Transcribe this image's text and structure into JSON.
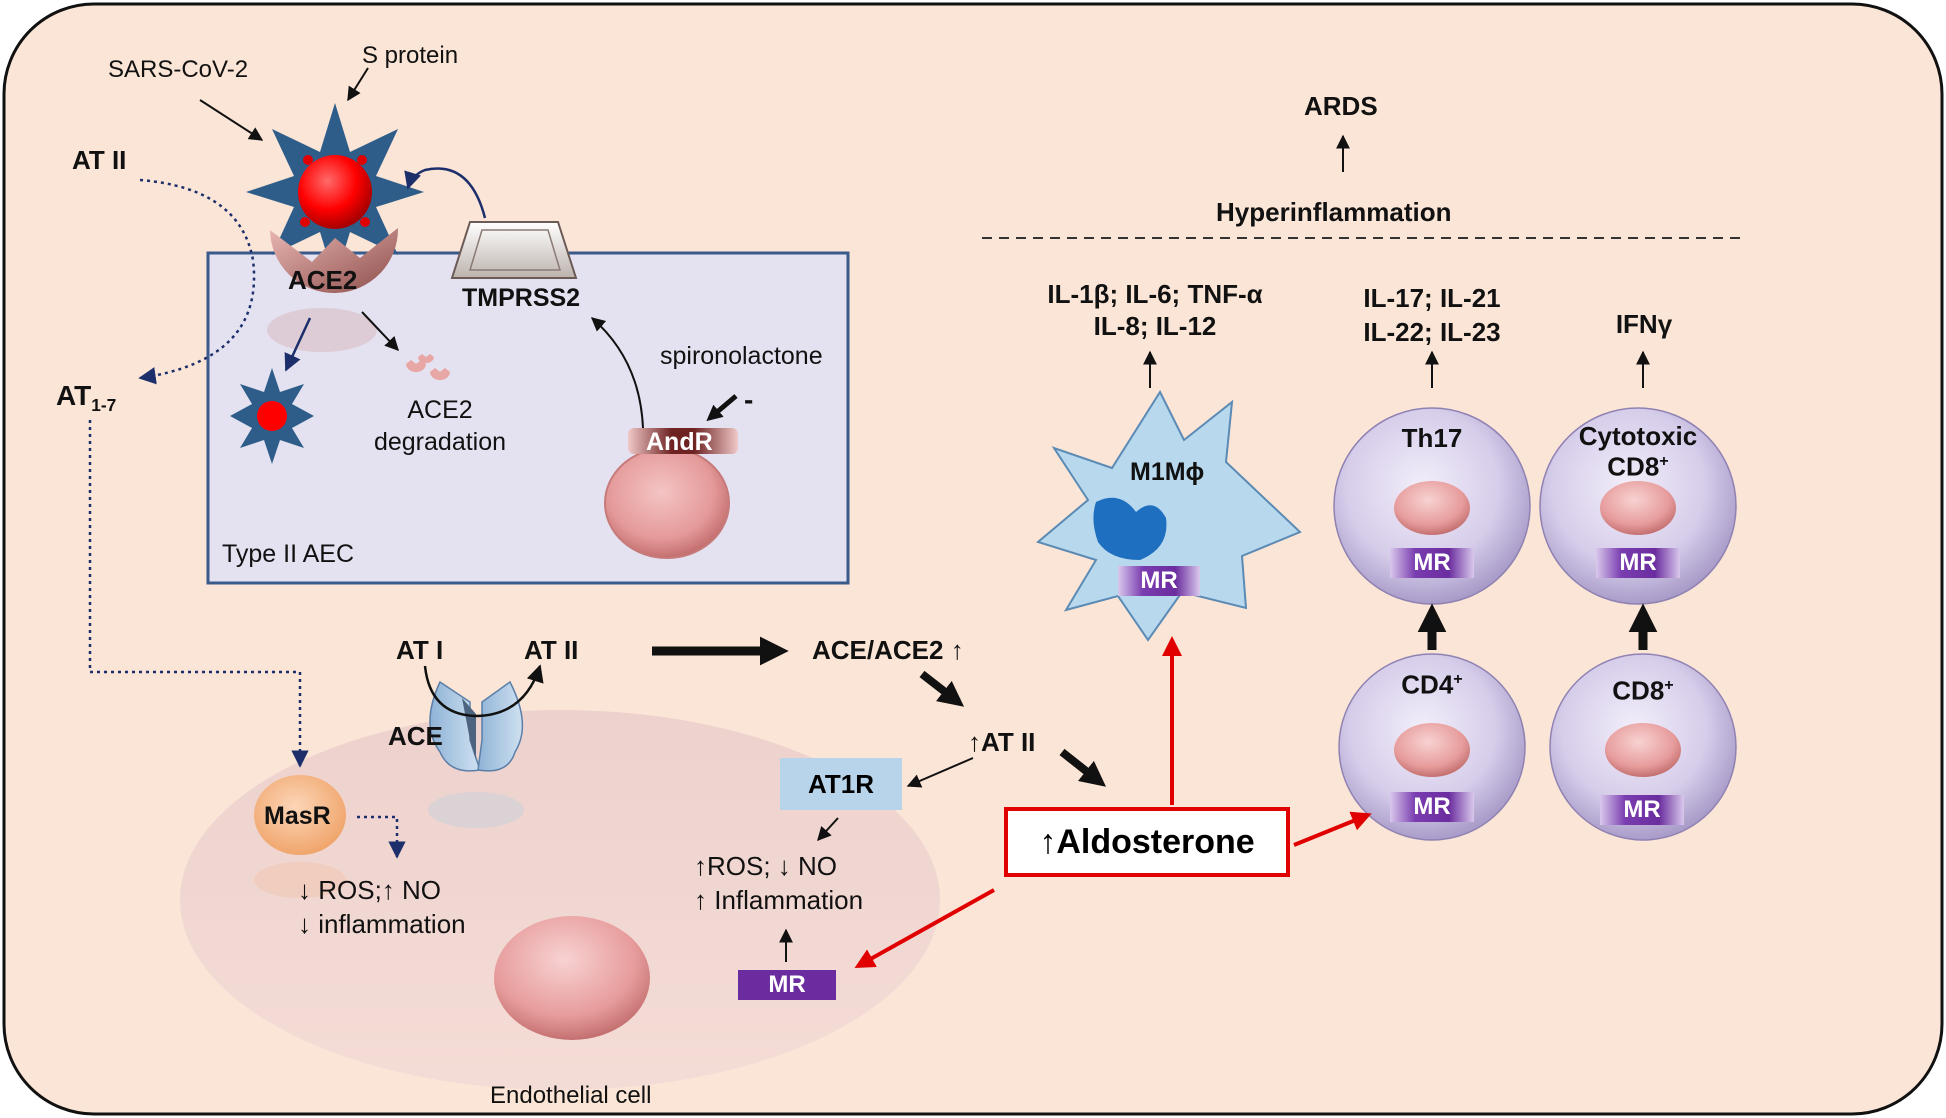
{
  "labels": {
    "sars_cov_2": "SARS-CoV-2",
    "s_protein": "S protein",
    "at2_left": "AT II",
    "ace2": "ACE2",
    "tmprss2": "TMPRSS2",
    "at17_main": "AT",
    "at17_sub": "1-7",
    "ace2_deg_line1": "ACE2",
    "ace2_deg_line2": "degradation",
    "spironolactone": "spironolactone",
    "minus": "-",
    "andr": "AndR",
    "type2_aec": "Type II AEC",
    "at1": "AT I",
    "at2_mid": "AT II",
    "ace": "ACE",
    "masr": "MasR",
    "masr_effects_line1": "↓ ROS;↑ NO",
    "masr_effects_line2": "↓ inflammation",
    "endothelial": "Endothelial cell",
    "ace_ace2": "ACE/ACE2 ↑",
    "at2_up": "↑AT II",
    "at1r": "AT1R",
    "at1r_effects_line1": "↑ROS; ↓ NO",
    "at1r_effects_line2": "↑ Inflammation",
    "mr": "MR",
    "aldosterone": "↑Aldosterone",
    "ards": "ARDS",
    "hyperinflammation": "Hyperinflammation",
    "m1_cytokines_line1": "IL-1β; IL-6; TNF-α",
    "m1_cytokines_line2": "IL-8; IL-12",
    "th17_cytokines_line1": "IL-17; IL-21",
    "th17_cytokines_line2": "IL-22; IL-23",
    "ifn": "IFNγ",
    "m1mphi": "M1Mϕ",
    "th17": "Th17",
    "cytotoxic_line1": "Cytotoxic",
    "cytotoxic_line2": "CD8",
    "cd4": "CD4",
    "cd8": "CD8",
    "plus": "+"
  },
  "colors": {
    "background": "#fbe5d6",
    "aec_box": "#e4e2f0",
    "virus_spike": "#2e5d8a",
    "virus_core": "#ff0000",
    "ace2_receptor": "#c78a86",
    "cell_purple": "#cfc6e6",
    "mr_purple": "#6a2c9e",
    "aldosterone_border": "#e00000",
    "masr": "#f6b98a",
    "at1r": "#b8d4ea",
    "macrophage": "#b8d8ee"
  }
}
